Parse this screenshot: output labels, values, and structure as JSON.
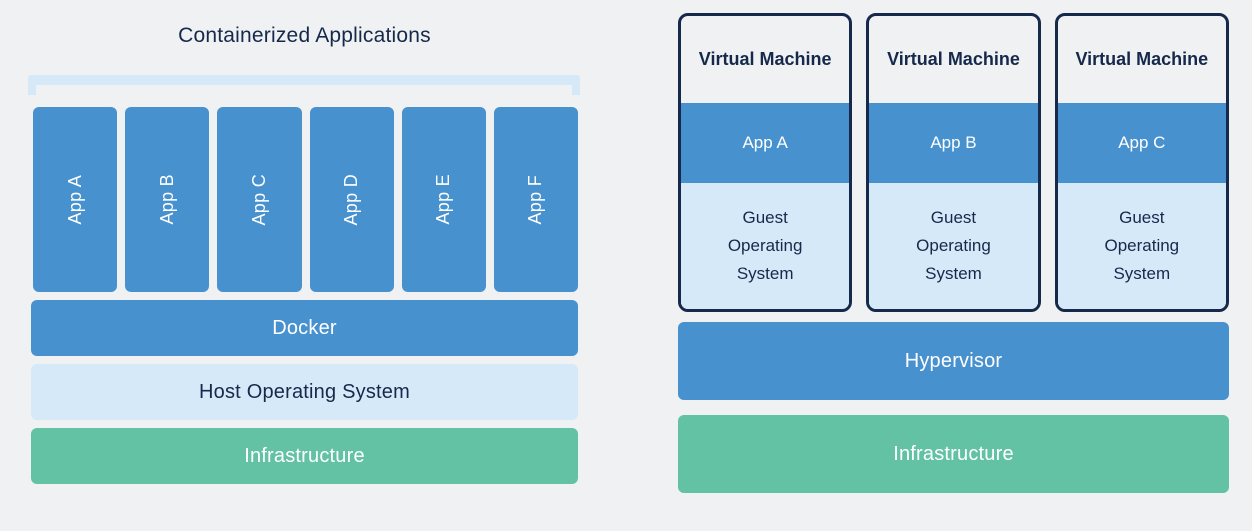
{
  "palette": {
    "background": "#EFF1F3",
    "blue": "#4791CF",
    "light_blue": "#D6E9F9",
    "green": "#62C2A3",
    "navy_text_border": "#16294B",
    "white_text": "#FFFFFF"
  },
  "left_panel": {
    "title": "Containerized Applications",
    "apps": [
      "App A",
      "App B",
      "App C",
      "App D",
      "App E",
      "App F"
    ],
    "layers": {
      "container_runtime": "Docker",
      "host_os": "Host Operating System",
      "infrastructure": "Infrastructure"
    }
  },
  "right_panel": {
    "vms": [
      {
        "title": "Virtual Machine",
        "app": "App A",
        "guest_os": "Guest Operating System"
      },
      {
        "title": "Virtual Machine",
        "app": "App B",
        "guest_os": "Guest Operating System"
      },
      {
        "title": "Virtual Machine",
        "app": "App C",
        "guest_os": "Guest Operating System"
      }
    ],
    "layers": {
      "hypervisor": "Hypervisor",
      "infrastructure": "Infrastructure"
    }
  }
}
